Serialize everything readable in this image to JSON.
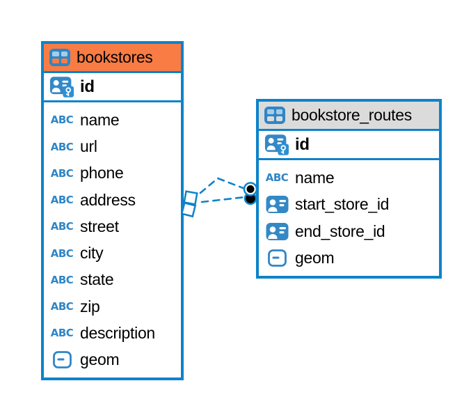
{
  "diagram": {
    "background": "#ffffff",
    "colors": {
      "accent_blue": "#0D83C9",
      "icon_blue": "#3488C6",
      "header_orange": "#F97C45",
      "header_gray": "#DBDBDB",
      "text": "#000000",
      "anchor_dot": "#000000"
    },
    "icons": {
      "text_label": "ABC"
    },
    "tables": [
      {
        "title": "bookstores",
        "header_color": "#F97C45",
        "primary_key": "id",
        "fields": [
          {
            "name": "name",
            "type": "text"
          },
          {
            "name": "url",
            "type": "text"
          },
          {
            "name": "phone",
            "type": "text"
          },
          {
            "name": "address",
            "type": "text"
          },
          {
            "name": "street",
            "type": "text"
          },
          {
            "name": "city",
            "type": "text"
          },
          {
            "name": "state",
            "type": "text"
          },
          {
            "name": "zip",
            "type": "text"
          },
          {
            "name": "description",
            "type": "text"
          },
          {
            "name": "geom",
            "type": "geometry"
          }
        ]
      },
      {
        "title": "bookstore_routes",
        "header_color": "#DBDBDB",
        "primary_key": "id",
        "fields": [
          {
            "name": "name",
            "type": "text"
          },
          {
            "name": "start_store_id",
            "type": "reference"
          },
          {
            "name": "end_store_id",
            "type": "reference"
          },
          {
            "name": "geom",
            "type": "geometry"
          }
        ]
      }
    ],
    "relationships": [
      {
        "from": "bookstores",
        "to": "bookstore_routes",
        "style": "dashed"
      },
      {
        "from": "bookstores",
        "to": "bookstore_routes",
        "style": "dashed"
      }
    ]
  }
}
